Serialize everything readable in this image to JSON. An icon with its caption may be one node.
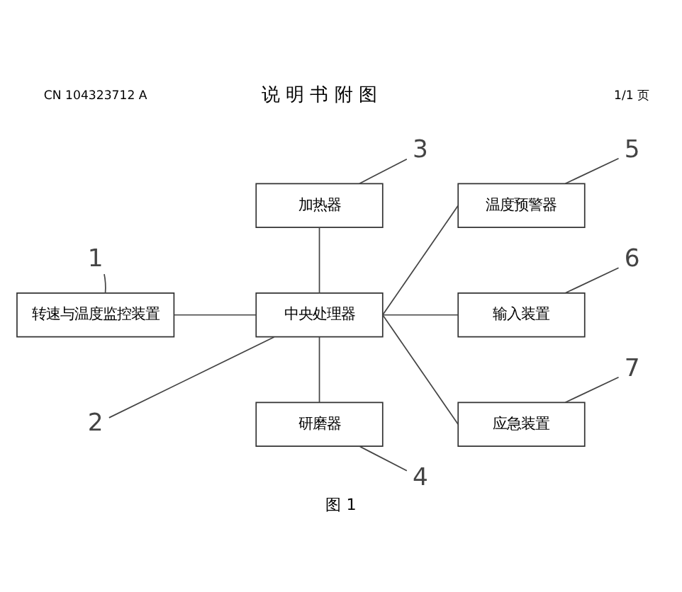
{
  "diagram": {
    "title": "说 明 书 附 图",
    "caption": "图 1",
    "nodes": [
      {
        "text": [
          "转速与温度监控装置"
        ]
      },
      {
        "text": [
          "中央处理器"
        ]
      },
      {
        "text": [
          "加热器"
        ]
      },
      {
        "text": [
          "研磨器"
        ]
      },
      {
        "text": [
          "温度预警器"
        ]
      },
      {
        "text": [
          "输入装置"
        ]
      },
      {
        "text": [
          "应急装置"
        ]
      },
      {
        "text": [
          "1"
        ]
      },
      {
        "text": [
          "2"
        ]
      },
      {
        "text": [
          "3"
        ]
      },
      {
        "text": [
          "4"
        ]
      },
      {
        "text": [
          "5"
        ]
      },
      {
        "text": [
          "6"
        ]
      },
      {
        "text": [
          "7"
        ]
      }
    ],
    "edges": [
      {
        "from": 0,
        "to": 1,
        "arrow": "none"
      },
      {
        "from": 1,
        "to": 2,
        "arrow": "none"
      },
      {
        "from": 1,
        "to": 3,
        "arrow": "none"
      },
      {
        "from": 1,
        "to": 4,
        "arrow": "none"
      },
      {
        "from": 1,
        "to": 5,
        "arrow": "none"
      },
      {
        "from": 1,
        "to": 6,
        "arrow": "none"
      },
      {
        "from": 7,
        "to": 0,
        "arrow": "none"
      },
      {
        "from": 8,
        "to": 1,
        "arrow": "none"
      },
      {
        "from": 9,
        "to": 2,
        "arrow": "none"
      },
      {
        "from": 10,
        "to": 3,
        "arrow": "none"
      },
      {
        "from": 11,
        "to": 4,
        "arrow": "none"
      },
      {
        "from": 12,
        "to": 5,
        "arrow": "none"
      },
      {
        "from": 13,
        "to": 6,
        "arrow": "none"
      }
    ],
    "labels": [
      "CN 104323712 A",
      "1/1 页"
    ]
  }
}
